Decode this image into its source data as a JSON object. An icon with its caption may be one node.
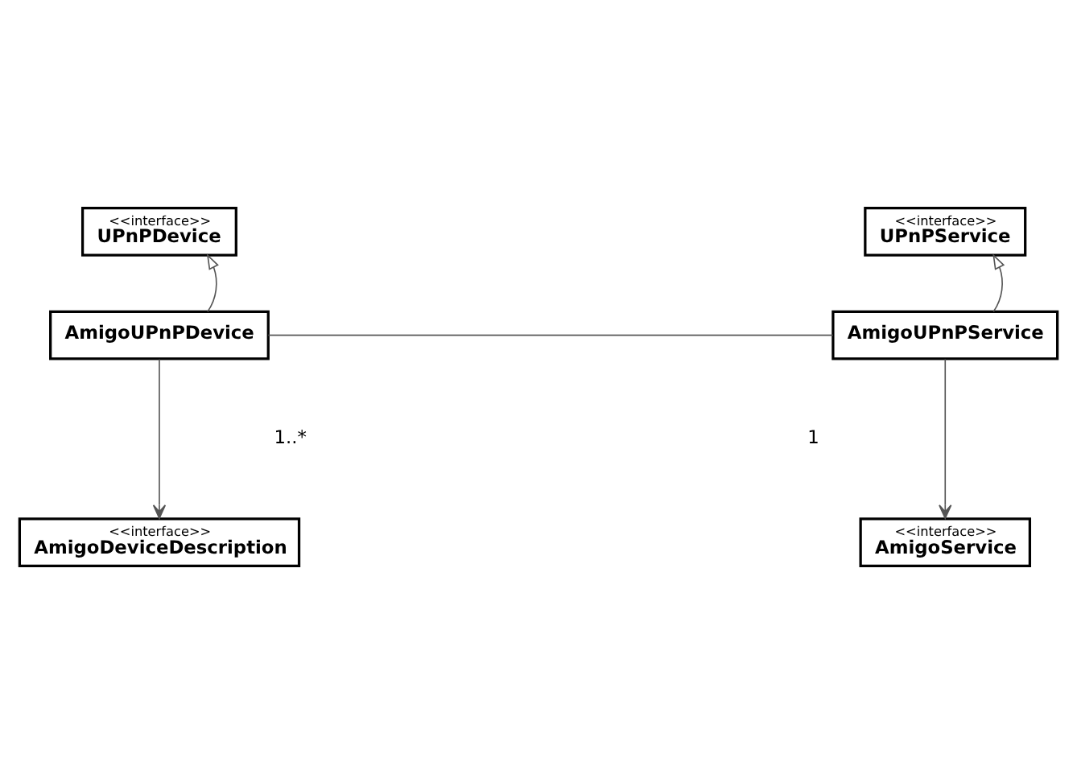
{
  "diagram": {
    "nodes": [
      {
        "text": [
          "<<interface>>",
          "UPnPDevice"
        ]
      },
      {
        "text": [
          "<<interface>>",
          "UPnPService"
        ]
      },
      {
        "text": [
          "AmigoUPnPDevice"
        ]
      },
      {
        "text": [
          "AmigoUPnPService"
        ]
      },
      {
        "text": [
          "<<interface>>",
          "AmigoDeviceDescription"
        ]
      },
      {
        "text": [
          "<<interface>>",
          "AmigoService"
        ]
      }
    ],
    "edges": [
      {
        "from": 2,
        "to": 0,
        "arrow": "to"
      },
      {
        "from": 3,
        "to": 1,
        "arrow": "to"
      },
      {
        "from": 2,
        "to": 3,
        "arrow": "none"
      },
      {
        "from": 2,
        "to": 4,
        "arrow": "to"
      },
      {
        "from": 3,
        "to": 5,
        "arrow": "to"
      }
    ],
    "labels": [
      "1..*",
      "1"
    ]
  }
}
